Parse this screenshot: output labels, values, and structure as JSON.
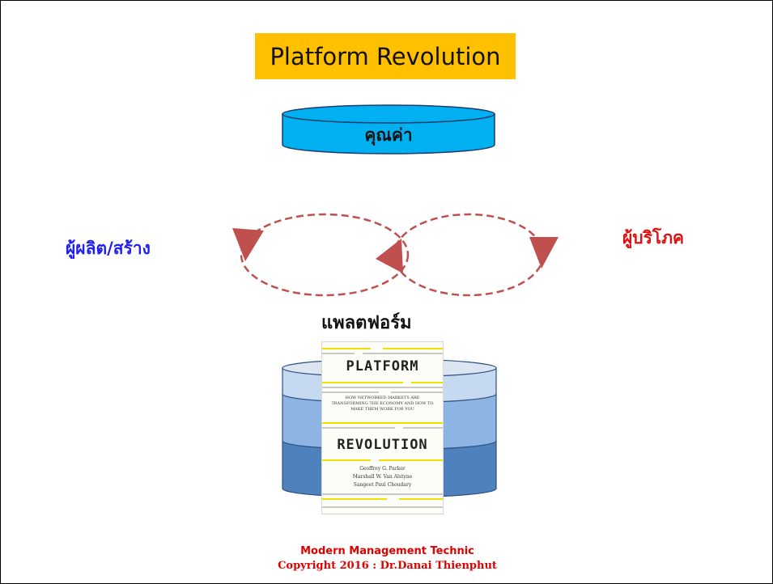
{
  "title": "Platform Revolution",
  "value_label": "คุณค่า",
  "producer_label": "ผู้ผลิต/สร้าง",
  "consumer_label": "ผู้บริโภค",
  "platform_label": "แพลตฟอร์ม",
  "book": {
    "title_line1": "PLATFORM",
    "title_line2": "REVOLUTION",
    "subtitle": "How networked markets are transforming the economy and how to make them work for you",
    "authors": [
      "Geoffrey G. Parker",
      "Marshall W. Van Alstyne",
      "Sangeet Paul Choudary"
    ]
  },
  "footer": {
    "line1": "Modern Management Technic",
    "line2": "Copyright  2016 : Dr.Danai  Thienphut"
  },
  "colors": {
    "title_bg": "#ffc000",
    "value_cylinder": "#00b0f0",
    "platform_top": "#c5d9f1",
    "platform_mid": "#8db4e2",
    "platform_bottom": "#4f81bd",
    "loop_dash": "#c0504d",
    "producer_text": "#1f1ff0",
    "consumer_text": "#e01010",
    "footer_text": "#e00000"
  }
}
